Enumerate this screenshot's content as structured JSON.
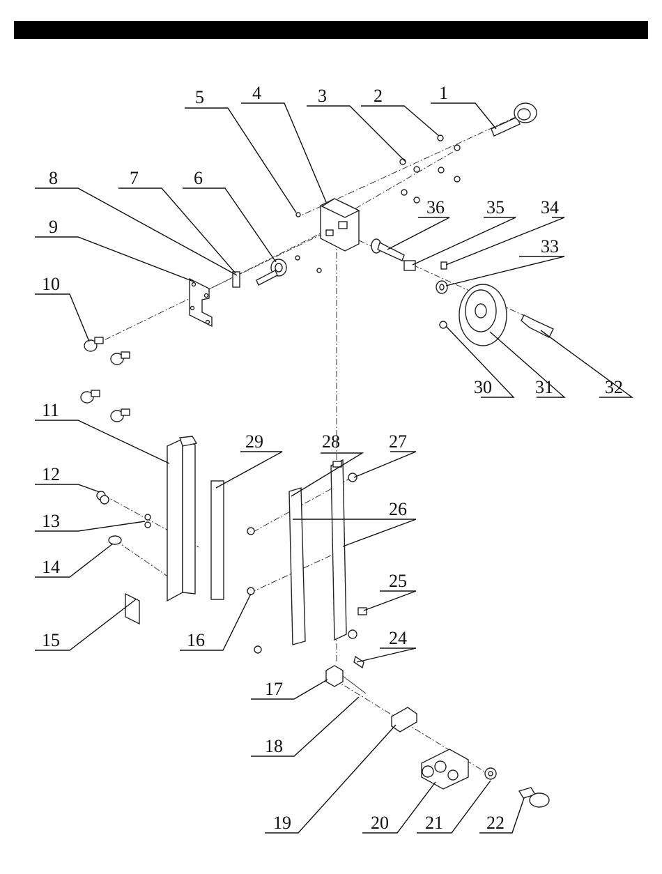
{
  "header": {
    "color": "#000000"
  },
  "parts": [
    {
      "id": "p1",
      "number": "1"
    },
    {
      "id": "p2",
      "number": "2"
    },
    {
      "id": "p3",
      "number": "3"
    },
    {
      "id": "p4",
      "number": "4"
    },
    {
      "id": "p5",
      "number": "5"
    },
    {
      "id": "p6",
      "number": "6"
    },
    {
      "id": "p7",
      "number": "7"
    },
    {
      "id": "p8",
      "number": "8"
    },
    {
      "id": "p9",
      "number": "9"
    },
    {
      "id": "p10",
      "number": "10"
    },
    {
      "id": "p11",
      "number": "11"
    },
    {
      "id": "p12",
      "number": "12"
    },
    {
      "id": "p13",
      "number": "13"
    },
    {
      "id": "p14",
      "number": "14"
    },
    {
      "id": "p15",
      "number": "15"
    },
    {
      "id": "p16",
      "number": "16"
    },
    {
      "id": "p17",
      "number": "17"
    },
    {
      "id": "p18",
      "number": "18"
    },
    {
      "id": "p19",
      "number": "19"
    },
    {
      "id": "p20",
      "number": "20"
    },
    {
      "id": "p21",
      "number": "21"
    },
    {
      "id": "p22",
      "number": "22"
    },
    {
      "id": "p24",
      "number": "24"
    },
    {
      "id": "p25",
      "number": "25"
    },
    {
      "id": "p26",
      "number": "26"
    },
    {
      "id": "p27",
      "number": "27"
    },
    {
      "id": "p28",
      "number": "28"
    },
    {
      "id": "p29",
      "number": "29"
    },
    {
      "id": "p30",
      "number": "30"
    },
    {
      "id": "p31",
      "number": "31"
    },
    {
      "id": "p32",
      "number": "32"
    },
    {
      "id": "p33",
      "number": "33"
    },
    {
      "id": "p34",
      "number": "34"
    },
    {
      "id": "p35",
      "number": "35"
    },
    {
      "id": "p36",
      "number": "36"
    }
  ]
}
